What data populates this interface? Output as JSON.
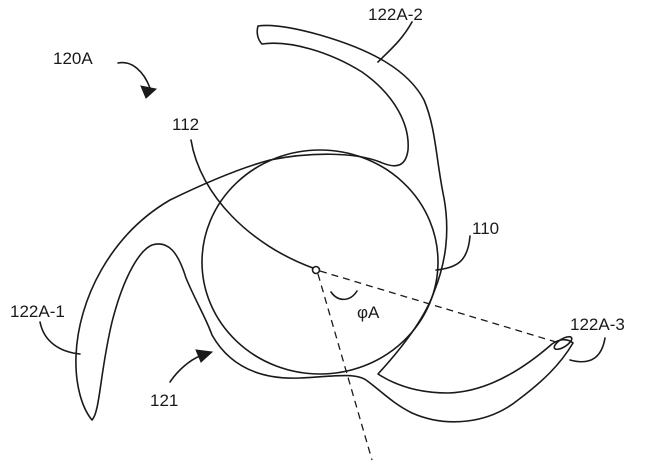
{
  "labels": {
    "assembly": "120A",
    "optic_center": "112",
    "optic": "110",
    "haptic_1": "122A-1",
    "haptic_2": "122A-2",
    "haptic_3": "122A-3",
    "body": "121",
    "angle": "φA"
  },
  "colors": {
    "line": "#1a1a1a",
    "background": "#ffffff"
  }
}
